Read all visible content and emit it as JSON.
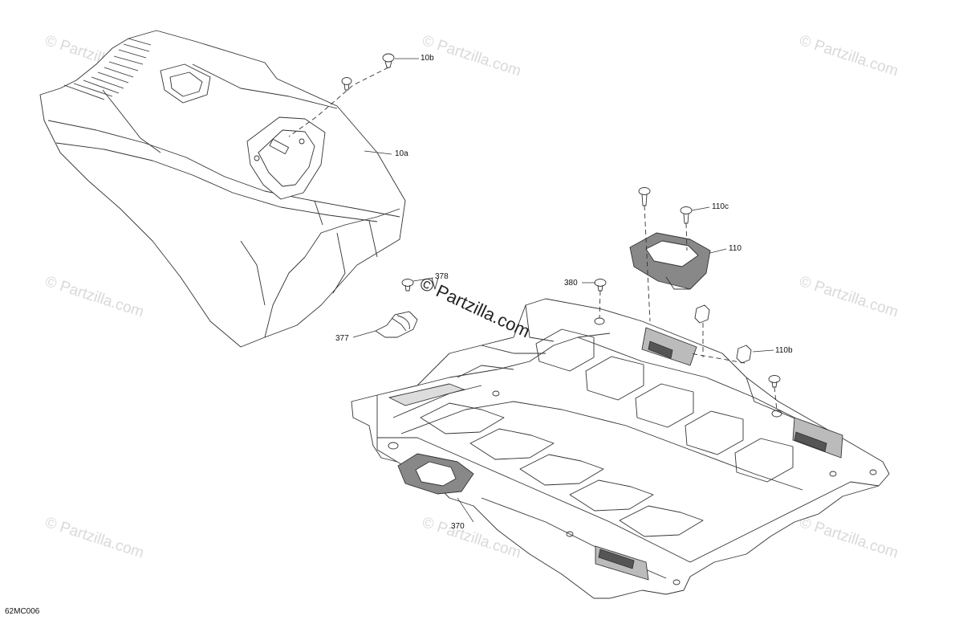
{
  "watermark": {
    "text": "© Partzilla.com",
    "center_text": "© Partzilla.com"
  },
  "callouts": {
    "c10b": "10b",
    "c10a": "10a",
    "c110c": "110c",
    "c110": "110",
    "c380": "380",
    "c378": "378",
    "c377": "377",
    "c110b": "110b",
    "c370": "370"
  },
  "diagram_code": "62MC006"
}
